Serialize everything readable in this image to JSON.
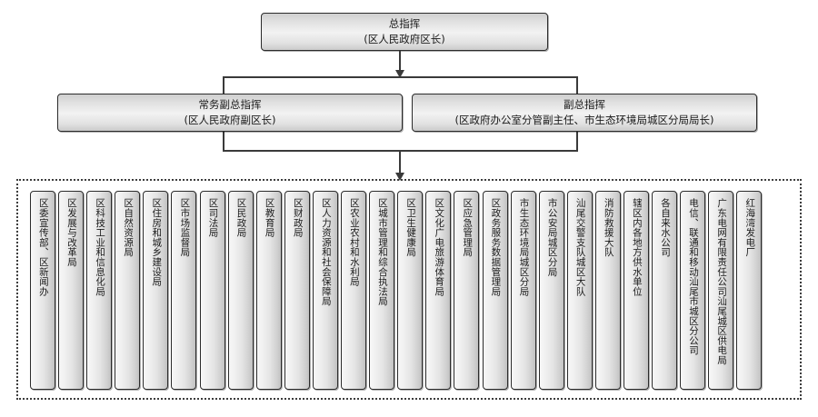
{
  "diagram": {
    "title_node": {
      "role": "总指挥",
      "detail": "(区人民政府区长)"
    },
    "deputies": [
      {
        "role": "常务副总指挥",
        "detail": "(区人民政府副区长)"
      },
      {
        "role": "副总指挥",
        "detail": "(区政府办公室分管副主任、市生态环境局城区分局局长)"
      }
    ],
    "member_units": [
      "区委宣传部、区新闻办",
      "区发展与改革局",
      "区科技工业和信息化局",
      "区自然资源局",
      "区住房和城乡建设局",
      "区市场监督局",
      "区司法局",
      "区民政局",
      "区教育局",
      "区财政局",
      "区人力资源和社会保障局",
      "区农业农村和水利局",
      "区城市管理和综合执法局",
      "区卫生健康局",
      "区文化广电旅游体育局",
      "区应急管理局",
      "区政务服务数据管理局",
      "市生态环境局城区分局",
      "市公安局城区分局",
      "汕尾交警支队城区大队",
      "消防救援大队",
      "辖区内各地方供水单位",
      "各自来水公司",
      "电信、联通和移动汕尾市城区分公司",
      "广东电网有限责任公司汕尾城区供电局",
      "红海湾发电厂"
    ],
    "colors": {
      "border": "#2b2b2b",
      "connector": "#3a3a3a",
      "dashed_border": "#3d3d3d",
      "fill_light": "#f7f7f7",
      "fill_dark": "#c2c2c2",
      "text": "#1a1a1a"
    }
  }
}
